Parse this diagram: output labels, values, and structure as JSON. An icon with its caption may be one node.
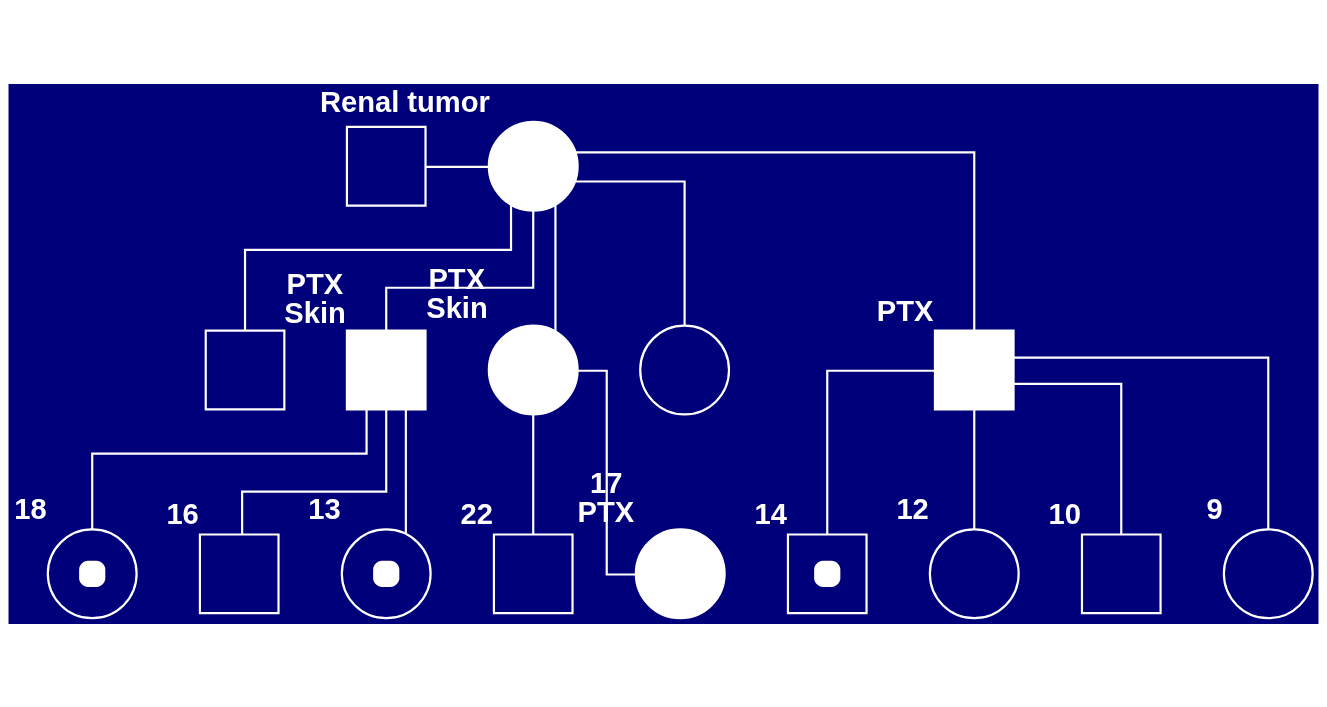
{
  "diagram": {
    "nodes": [
      {
        "text": [],
        "shape": "box"
      },
      {
        "text": [],
        "shape": "circle",
        "beside": [
          "Renal tumor"
        ]
      },
      {
        "text": [],
        "shape": "box"
      },
      {
        "text": [],
        "shape": "box",
        "beside": [
          "PTX",
          "Skin"
        ]
      },
      {
        "text": [],
        "shape": "circle",
        "beside": [
          "PTX",
          "Skin"
        ]
      },
      {
        "text": [],
        "shape": "circle"
      },
      {
        "text": [],
        "shape": "box",
        "beside": [
          "PTX"
        ]
      },
      {
        "text": [],
        "shape": "circle",
        "beside": [
          "18"
        ]
      },
      {
        "text": [],
        "shape": "box",
        "beside": [
          "16"
        ]
      },
      {
        "text": [],
        "shape": "circle",
        "beside": [
          "13"
        ]
      },
      {
        "text": [],
        "shape": "box",
        "beside": [
          "22"
        ]
      },
      {
        "text": [],
        "shape": "circle",
        "beside": [
          "17",
          "PTX"
        ]
      },
      {
        "text": [],
        "shape": "box",
        "beside": [
          "14"
        ]
      },
      {
        "text": [],
        "shape": "circle",
        "beside": [
          "12"
        ]
      },
      {
        "text": [],
        "shape": "box",
        "beside": [
          "10"
        ]
      },
      {
        "text": [],
        "shape": "circle",
        "beside": [
          "9"
        ]
      }
    ],
    "edges": [
      {
        "from": 0,
        "to": 1,
        "arrow": "none"
      },
      {
        "from": 1,
        "to": 2,
        "arrow": "none"
      },
      {
        "from": 1,
        "to": 3,
        "arrow": "none"
      },
      {
        "from": 1,
        "to": 4,
        "arrow": "none"
      },
      {
        "from": 1,
        "to": 5,
        "arrow": "none"
      },
      {
        "from": 1,
        "to": 6,
        "arrow": "none"
      },
      {
        "from": 3,
        "to": 7,
        "arrow": "none"
      },
      {
        "from": 3,
        "to": 8,
        "arrow": "none"
      },
      {
        "from": 3,
        "to": 9,
        "arrow": "none"
      },
      {
        "from": 4,
        "to": 10,
        "arrow": "none"
      },
      {
        "from": 4,
        "to": 11,
        "arrow": "none"
      },
      {
        "from": 6,
        "to": 12,
        "arrow": "none"
      },
      {
        "from": 6,
        "to": 13,
        "arrow": "none"
      },
      {
        "from": 6,
        "to": 14,
        "arrow": "none"
      },
      {
        "from": 6,
        "to": 15,
        "arrow": "none"
      }
    ]
  }
}
